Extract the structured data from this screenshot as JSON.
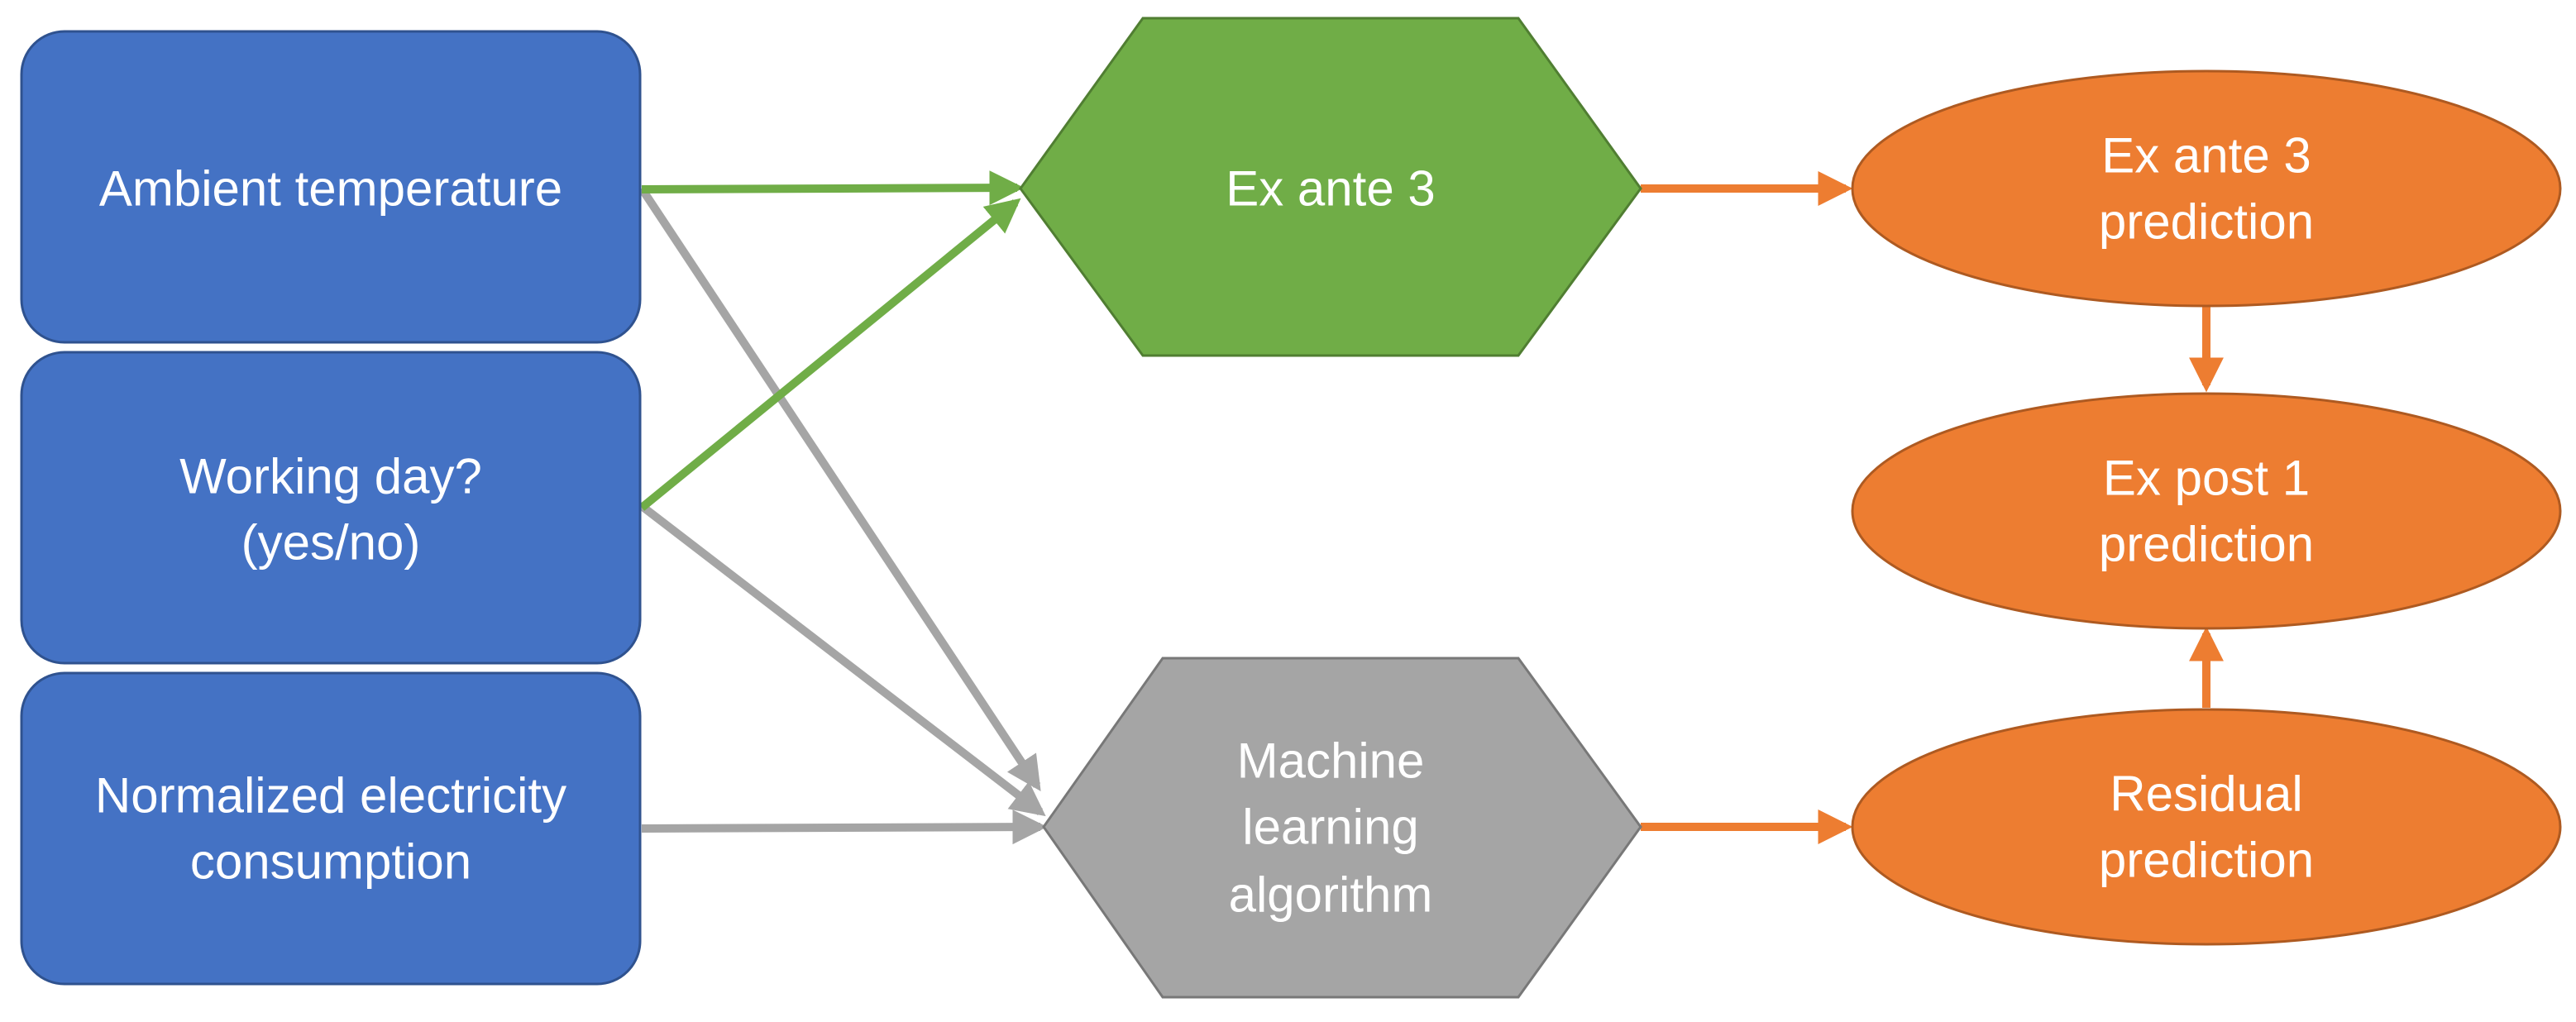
{
  "colors": {
    "input_box": "#4472c4",
    "input_box_border": "#2f528f",
    "ex_ante_model": "#70ad47",
    "ex_ante_model_border": "#507e32",
    "ml_model": "#a5a5a5",
    "ml_model_border": "#787878",
    "prediction": "#ed7d31",
    "prediction_border": "#ae5a21",
    "arrow_green": "#70ad47",
    "arrow_gray": "#a5a5a5",
    "arrow_orange": "#ed7d31",
    "text": "#ffffff"
  },
  "inputs": {
    "ambient_temperature": {
      "line1": "Ambient temperature"
    },
    "working_day": {
      "line1": "Working day?",
      "line2": "(yes/no)"
    },
    "normalized_consumption": {
      "line1": "Normalized electricity",
      "line2": "consumption"
    }
  },
  "models": {
    "ex_ante_3": {
      "line1": "Ex ante 3"
    },
    "machine_learning": {
      "line1": "Machine",
      "line2": "learning",
      "line3": "algorithm"
    }
  },
  "predictions": {
    "ex_ante_3_prediction": {
      "line1": "Ex ante 3",
      "line2": "prediction"
    },
    "ex_post_1_prediction": {
      "line1": "Ex post 1",
      "line2": "prediction"
    },
    "residual_prediction": {
      "line1": "Residual",
      "line2": "prediction"
    }
  }
}
